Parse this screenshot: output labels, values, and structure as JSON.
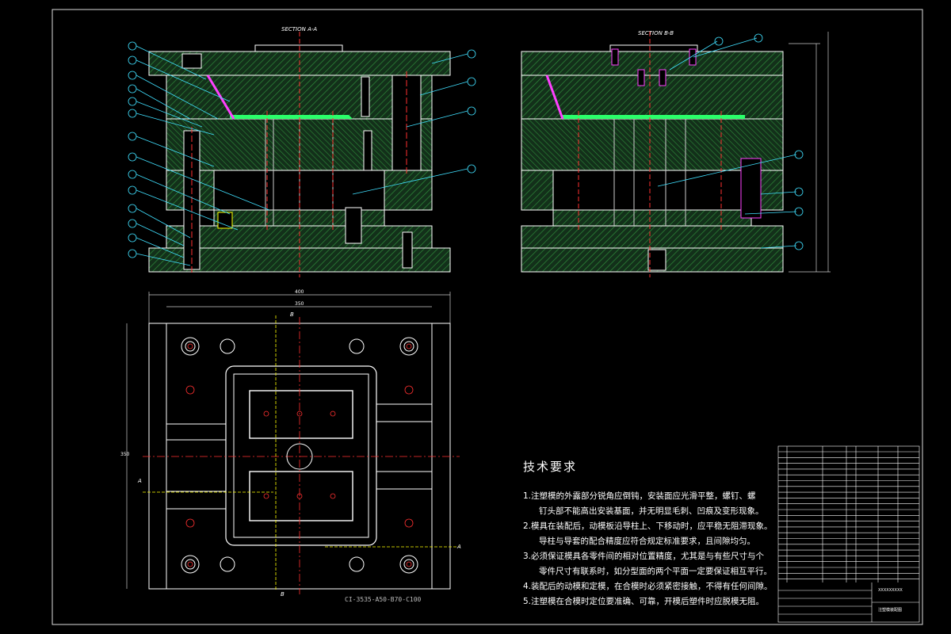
{
  "drawing": {
    "section_a_label": "SECTION A-A",
    "section_b_label": "SECTION B-B",
    "plan_dim_top": "400",
    "plan_dim_inner": "350",
    "plan_dim_side": "350",
    "drawing_number": "CI-3535-A50-B70-C100",
    "cut_marks": [
      "A",
      "A",
      "B",
      "B"
    ]
  },
  "tech_requirements": {
    "title": "技术要求",
    "items": [
      "1.注塑模的外露部分锐角应倒钝，安装面应光滑平整，螺钉、螺",
      "钉头部不能高出安装基面，并无明显毛刺、凹痕及变形现象。",
      "2.模具在装配后，动模板沿导柱上、下移动时，应平稳无阻滞现象。",
      "导柱与导套的配合精度应符合规定标准要求，且间隙均匀。",
      "3.必须保证模具各零件间的相对位置精度，尤其是与有些尺寸与个",
      "零件尺寸有联系时，如分型面的两个平面一定要保证相互平行。",
      "4.装配后的动模和定模，在合模时必须紧密接触，不得有任何间隙。",
      "5.注塑模在合模时定位要准确、可靠，开模后塑件时应脱模无阻。"
    ]
  },
  "title_block": {
    "drawing_title": "注塑模装配图",
    "company": "XXXXXXXXX"
  },
  "colors": {
    "background": "#000000",
    "hatch": "#2e8b3a",
    "outline": "#ffffff",
    "centerline": "#ff3030",
    "leader": "#40e0ff",
    "accent": "#ff40ff",
    "yellow": "#ffff40"
  }
}
